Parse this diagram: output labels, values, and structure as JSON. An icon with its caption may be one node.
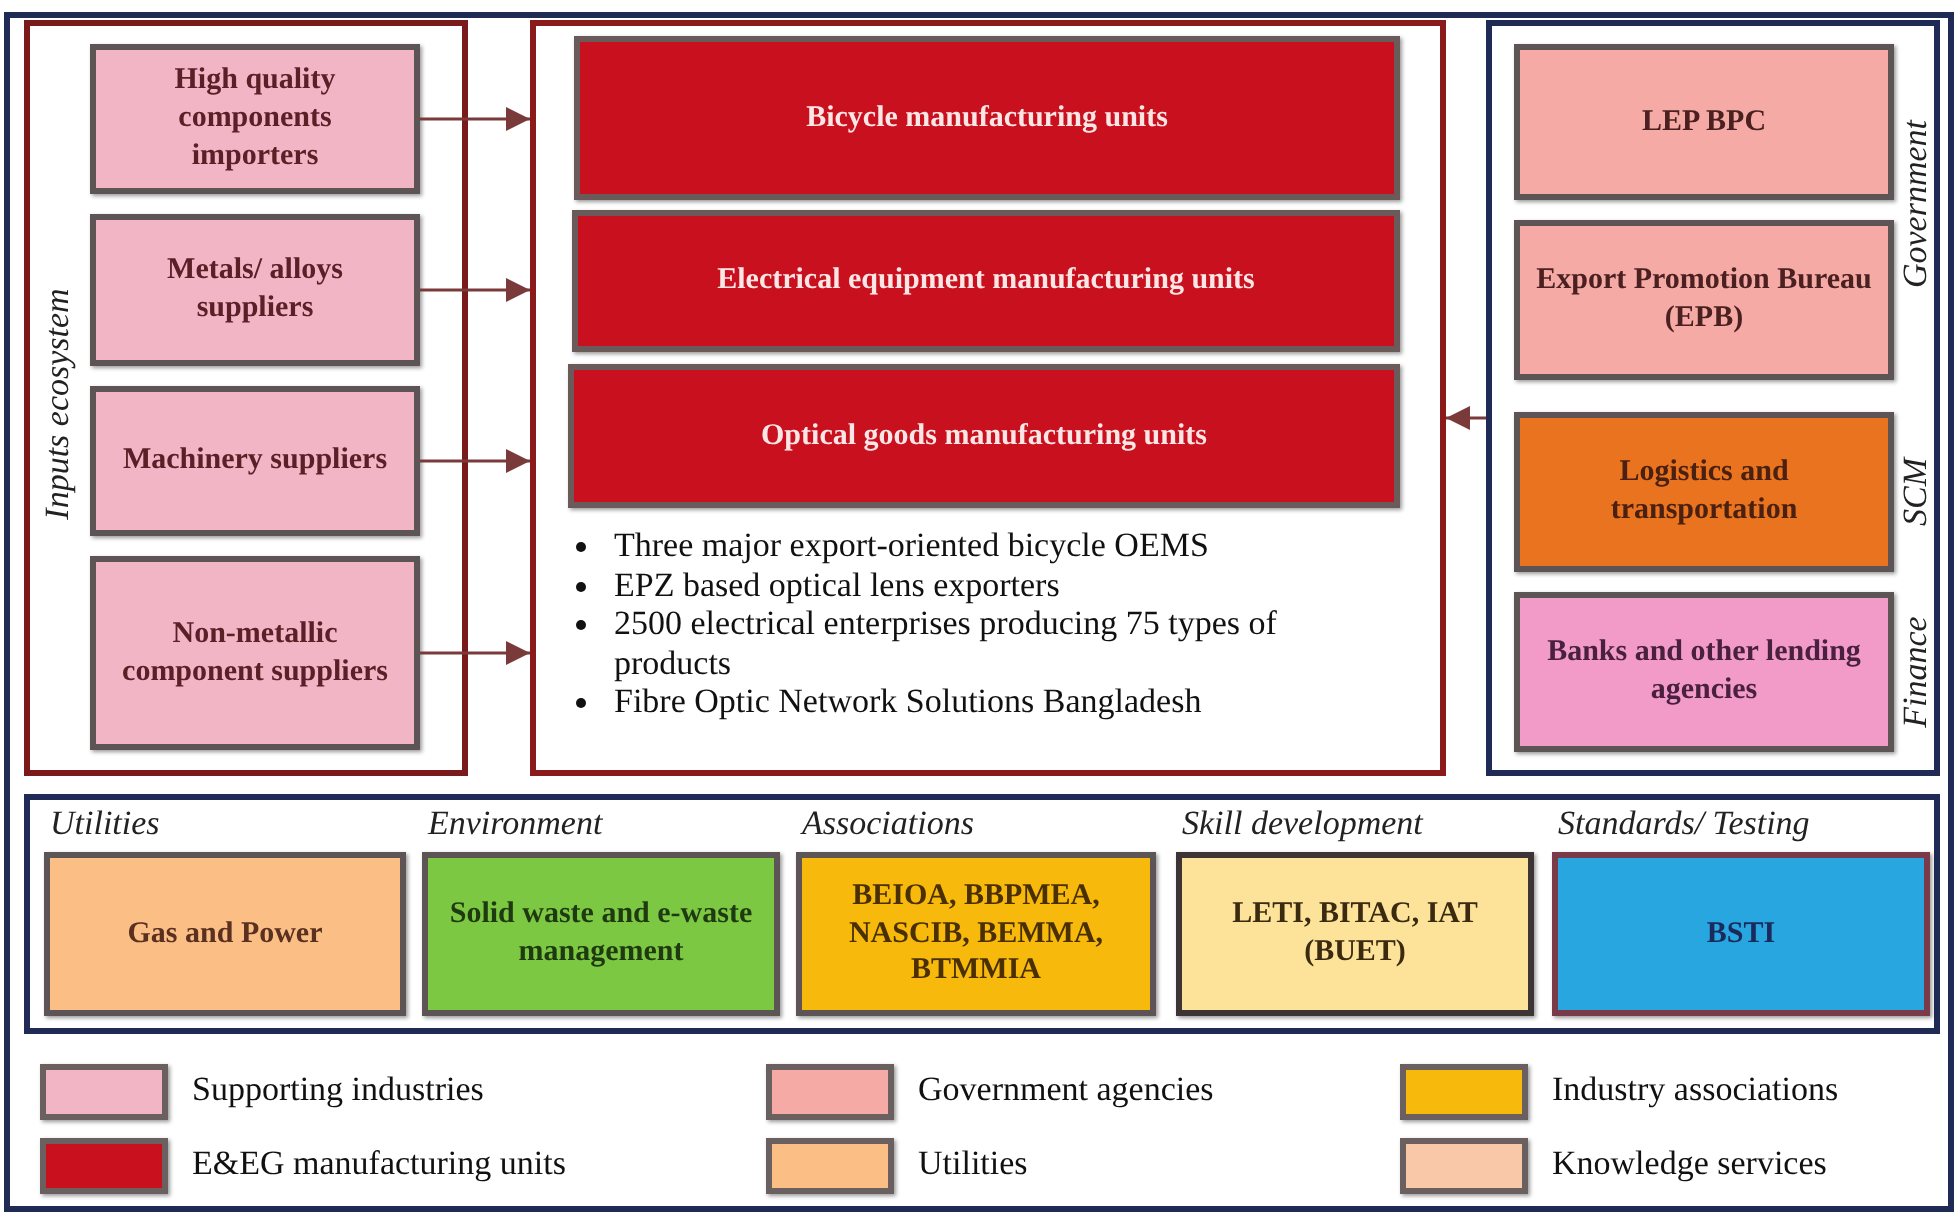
{
  "diagram": {
    "nodes": [
      {
        "text": [
          "Inputs ecosystem"
        ]
      },
      {
        "text": [
          "High quality components importers"
        ],
        "in": 0
      },
      {
        "text": [
          "Metals/ alloys suppliers"
        ],
        "in": 0
      },
      {
        "text": [
          "Machinery suppliers"
        ],
        "in": 0
      },
      {
        "text": [
          "Non-metallic component suppliers"
        ],
        "in": 0
      },
      {
        "text": [
          "Three major export-oriented bicycle OEMS",
          "EPZ based optical lens exporters",
          "2500 electrical enterprises producing 75 types of products",
          "Fibre Optic Network Solutions Bangladesh"
        ]
      },
      {
        "text": [
          "Bicycle manufacturing units"
        ],
        "in": 5
      },
      {
        "text": [
          "Electrical equipment manufacturing units"
        ],
        "in": 5
      },
      {
        "text": [
          "Optical goods manufacturing units"
        ],
        "in": 5
      },
      {
        "text": [],
        "shape": "box"
      },
      {
        "text": [
          "LEP BPC"
        ],
        "in": 9
      },
      {
        "text": [
          "Export Promotion Bureau (EPB)"
        ],
        "in": 9
      },
      {
        "text": [
          "Logistics and transportation"
        ],
        "in": 9
      },
      {
        "text": [
          "Banks and other lending agencies"
        ],
        "in": 9
      },
      {
        "text": [],
        "shape": "box"
      },
      {
        "text": [
          "Utilities",
          "Gas and Power"
        ],
        "in": 14
      },
      {
        "text": [
          "Environment",
          "Solid waste and e-waste management"
        ],
        "in": 14
      },
      {
        "text": [
          "Associations",
          "BEIOA, BBPMEA, NASCIB, BEMMA, BTMMIA"
        ],
        "in": 14
      },
      {
        "text": [
          "Skill development",
          "LETI, BITAC, IAT (BUET)"
        ],
        "in": 14
      },
      {
        "text": [
          "Standards/ Testing",
          "BSTI"
        ],
        "in": 14
      }
    ],
    "edges": [
      {
        "from": 1,
        "to": 5,
        "arrow": "to"
      },
      {
        "from": 2,
        "to": 5,
        "arrow": "to"
      },
      {
        "from": 3,
        "to": 5,
        "arrow": "to"
      },
      {
        "from": 4,
        "to": 5,
        "arrow": "to"
      },
      {
        "from": 9,
        "to": 5,
        "arrow": "to"
      }
    ],
    "labels": [
      "Government",
      "SCM",
      "Finance"
    ],
    "legend": [
      {
        "text": "Supporting industries",
        "color": "#f2b5c5"
      },
      {
        "text": "Government agencies",
        "color": "#f5aaa5"
      },
      {
        "text": "Industry associations",
        "color": "#f7b90c"
      },
      {
        "text": "E&EG manufacturing units",
        "color": "#c8101e"
      },
      {
        "text": "Utilities",
        "color": "#fbbf86"
      },
      {
        "text": "Knowledge services",
        "color": "#f9c8a8"
      }
    ]
  }
}
